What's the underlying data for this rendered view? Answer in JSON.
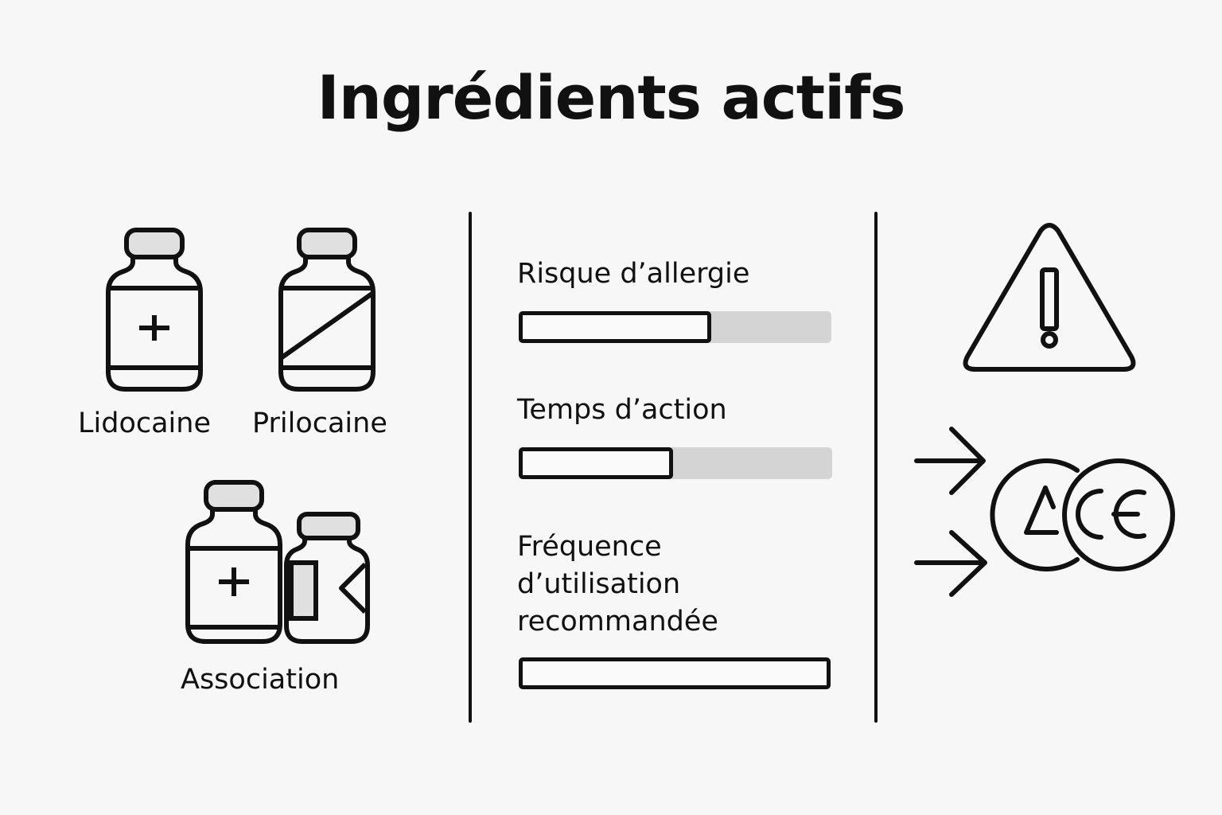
{
  "title": "Ingrédients actifs",
  "ingredients": [
    {
      "label": "Lidocaine",
      "icon": "bottle-plus-icon"
    },
    {
      "label": "Prilocaine",
      "icon": "bottle-diagonal-icon"
    },
    {
      "label": "Association",
      "icon": "bottle-pair-icon"
    }
  ],
  "metrics": [
    {
      "label": "Risque d’allergie",
      "value_pct": 62
    },
    {
      "label": "Temps d’action",
      "value_pct": 50
    },
    {
      "label_lines": [
        "Fréquence",
        "d’utilisation",
        "recommandée"
      ],
      "label": "Fréquence d’utilisation recommandée",
      "value_pct": 100
    }
  ],
  "right_panel": {
    "warning_icon": "warning-triangle-icon",
    "arrows": [
      "arrow-right-icon",
      "arrow-right-icon"
    ],
    "mark_icon": "ce-certification-mark-icon",
    "mark_text": "CE"
  },
  "colors": {
    "stroke": "#111111",
    "cap": "#e0e0e0",
    "track": "#d4d4d4",
    "background": "#f7f7f7"
  }
}
